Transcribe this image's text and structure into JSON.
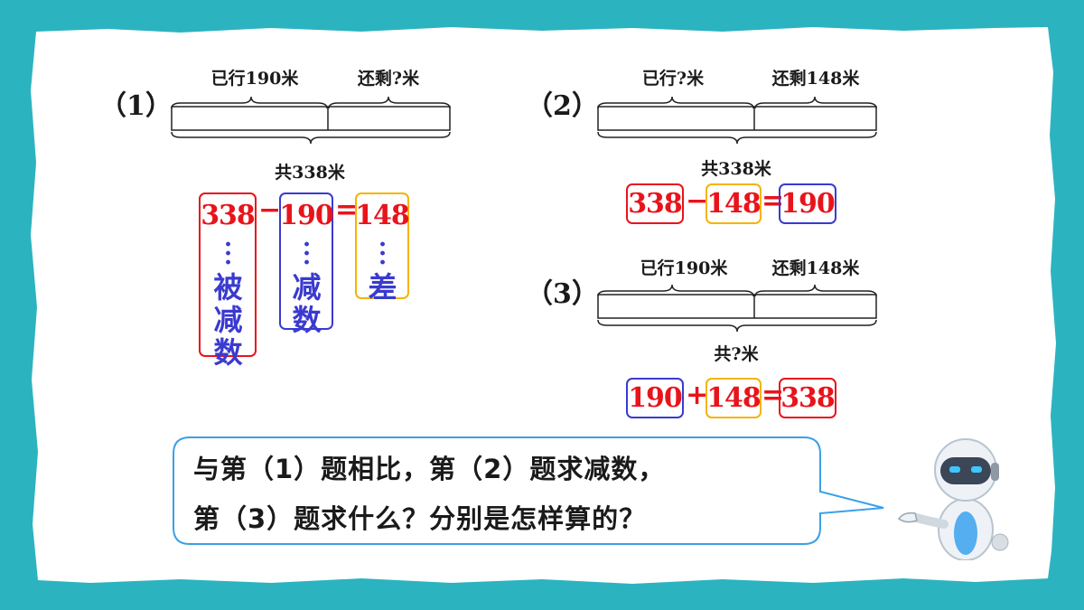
{
  "colors": {
    "frame": "#2cb3c0",
    "paper": "#ffffff",
    "red": "#e8141b",
    "blue": "#3a3ad0",
    "orange": "#f5b400",
    "bubble": "#3aa0e8"
  },
  "problems": [
    {
      "label": "（1）",
      "left_segment": "已行190米",
      "right_segment": "还剩?米",
      "total": "共338米",
      "equation": {
        "a": "338",
        "op": "−",
        "b": "190",
        "eq": "=",
        "c": "148"
      },
      "terms": {
        "a": "被减数",
        "b": "减数",
        "c": "差"
      }
    },
    {
      "label": "（2）",
      "left_segment": "已行?米",
      "right_segment": "还剩148米",
      "total": "共338米",
      "equation": {
        "a": "338",
        "op": "−",
        "b": "148",
        "eq": "=",
        "c": "190"
      }
    },
    {
      "label": "（3）",
      "left_segment": "已行190米",
      "right_segment": "还剩148米",
      "total": "共?米",
      "equation": {
        "a": "190",
        "op": "+",
        "b": "148",
        "eq": "=",
        "c": "338"
      }
    }
  ],
  "bubble": {
    "line1": "与第（1）题相比，第（2）题求减数，",
    "line2": "第（3）题求什么？分别是怎样算的？"
  },
  "icons": {
    "character": "robot-icon"
  }
}
